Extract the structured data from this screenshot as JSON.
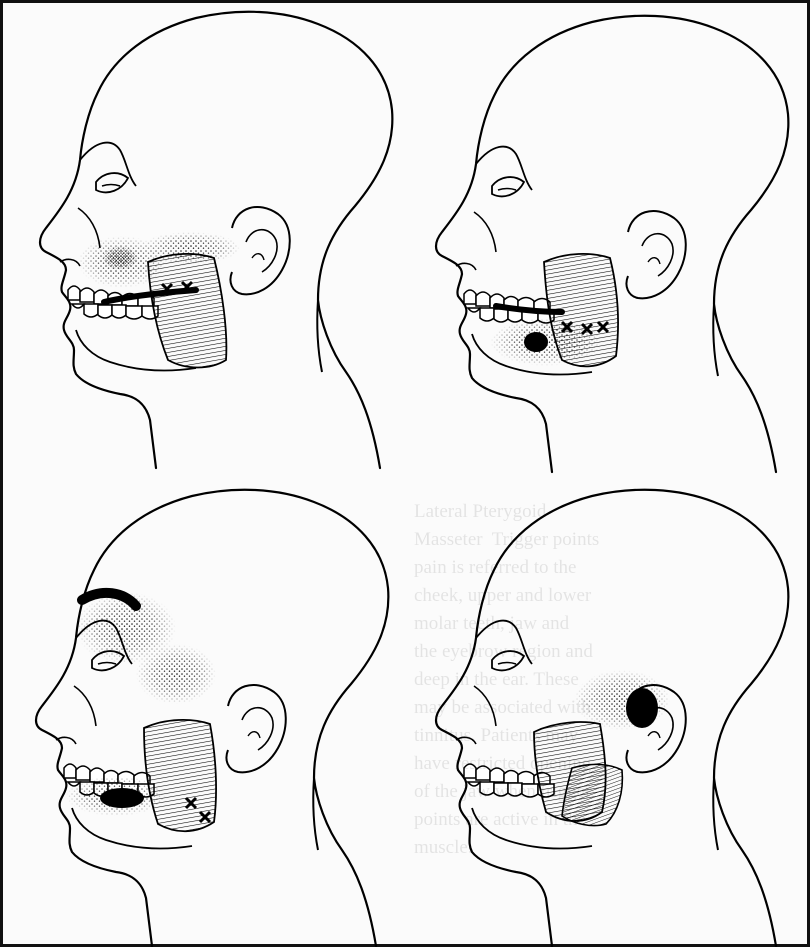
{
  "figure": {
    "kind": "trigger-point referral pattern illustration",
    "panel_count": 4,
    "colors": {
      "ink": "#000000",
      "paper": "#fbfbfb",
      "frame": "#111111",
      "bleed_text": "#000000"
    },
    "icons": [
      "head-profile",
      "ear",
      "eye",
      "teeth",
      "masseter-muscle",
      "trigger-point-x",
      "pain-referral-stipple"
    ]
  },
  "bleed_through_text": "Lateral Pterygoid\nMasseter  Trigger points\npain is referred to the\ncheek, upper and lower\nmolar teeth, jaw and\nthe eyebrow region and\ndeep in the ear. These\nmay be associated with\ntinnitus. Patients may\nhave restricted opening\nof the jaw when trigger\npoints are active in the\nmuscle."
}
